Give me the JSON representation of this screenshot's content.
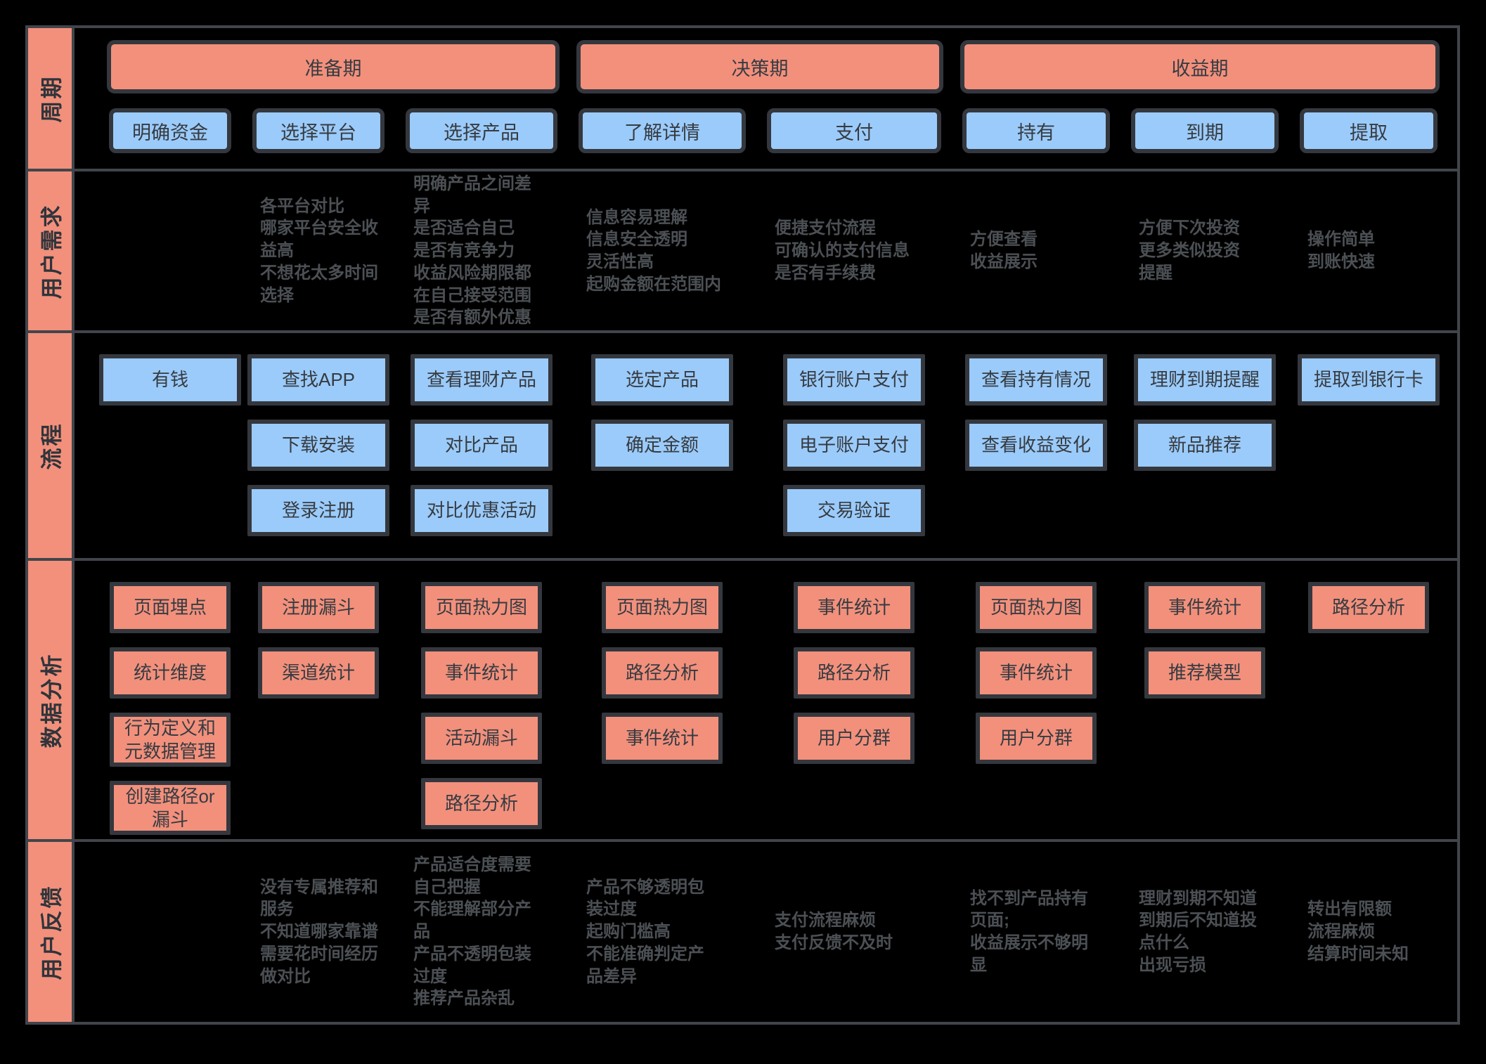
{
  "colors": {
    "background": "#000000",
    "salmon": "#f2907c",
    "blue": "#9bcbfa",
    "grid_line": "#41454b",
    "box_border": "#34383e",
    "box_text": "#363b41",
    "note_text": "#4c5054"
  },
  "row_labels": [
    "周期",
    "用户需求",
    "流程",
    "数据分析",
    "用户反馈"
  ],
  "cycle": {
    "phases": [
      {
        "label": "准备期"
      },
      {
        "label": "决策期"
      },
      {
        "label": "收益期"
      }
    ],
    "steps": [
      "明确资金",
      "选择平台",
      "选择产品",
      "了解详情",
      "支付",
      "持有",
      "到期",
      "提取"
    ]
  },
  "needs": {
    "cols": [
      "",
      "各平台对比\n哪家平台安全收\n益高\n不想花太多时间\n选择",
      "明确产品之间差\n异\n是否适合自己\n是否有竞争力\n收益风险期限都\n在自己接受范围\n是否有额外优惠",
      "信息容易理解\n信息安全透明\n灵活性高\n起购金额在范围内",
      "便捷支付流程\n可确认的支付信息\n是否有手续费",
      "方便查看\n收益展示",
      "方便下次投资\n更多类似投资\n提醒",
      "操作简单\n到账快速"
    ]
  },
  "process": {
    "cols": [
      [
        "有钱"
      ],
      [
        "查找APP",
        "下载安装",
        "登录注册"
      ],
      [
        "查看理财产品",
        "对比产品",
        "对比优惠活动"
      ],
      [
        "选定产品",
        "确定金额"
      ],
      [
        "银行账户支付",
        "电子账户支付",
        "交易验证"
      ],
      [
        "查看持有情况",
        "查看收益变化"
      ],
      [
        "理财到期提醒",
        "新品推荐"
      ],
      [
        "提取到银行卡"
      ]
    ]
  },
  "analysis": {
    "cols": [
      [
        "页面埋点",
        "统计维度",
        "行为定义和\n元数据管理",
        "创建路径or\n漏斗"
      ],
      [
        "注册漏斗",
        "渠道统计"
      ],
      [
        "页面热力图",
        "事件统计",
        "活动漏斗",
        "路径分析"
      ],
      [
        "页面热力图",
        "路径分析",
        "事件统计"
      ],
      [
        "事件统计",
        "路径分析",
        "用户分群"
      ],
      [
        "页面热力图",
        "事件统计",
        "用户分群"
      ],
      [
        "事件统计",
        "推荐模型"
      ],
      [
        "路径分析"
      ]
    ]
  },
  "feedback": {
    "cols": [
      "",
      "没有专属推荐和\n服务\n不知道哪家靠谱\n需要花时间经历\n做对比",
      "产品适合度需要\n自己把握\n不能理解部分产\n品\n产品不透明包装\n过度\n推荐产品杂乱",
      "产品不够透明包\n装过度\n起购门槛高\n不能准确判定产\n品差异",
      "支付流程麻烦\n支付反馈不及时",
      "找不到产品持有\n页面;\n收益展示不够明\n显",
      "理财到期不知道\n到期后不知道投\n点什么\n出现亏损",
      "转出有限额\n流程麻烦\n结算时间未知"
    ]
  }
}
